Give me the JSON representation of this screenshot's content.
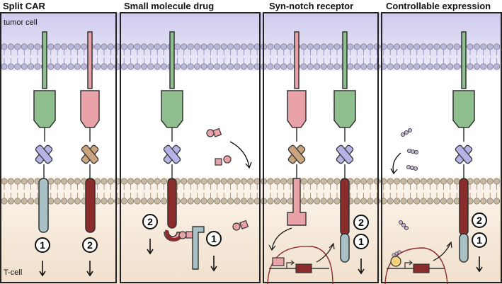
{
  "panels": [
    {
      "title": "Split CAR"
    },
    {
      "title": "Small molecule drug"
    },
    {
      "title": "Syn-notch receptor"
    },
    {
      "title": "Controllable expression"
    }
  ],
  "labels": {
    "tumor_cell": "tumor cell",
    "t_cell": "T-cell"
  },
  "signals": {
    "split_car": [
      "1",
      "2"
    ],
    "small_molecule": [
      "2",
      "1"
    ],
    "syn_notch": [
      "2",
      "1"
    ],
    "controllable": [
      "2",
      "1"
    ]
  },
  "colors": {
    "tumor_bg": "#d9d6f0",
    "tcell_bg": "#f5e6d6",
    "membrane_head": "#b9b6dc",
    "tcell_membrane_head": "#c9b8a0",
    "green_receptor": "#8fbf8f",
    "pink_receptor": "#e9a3a8",
    "scfv_lilac": "#b6b3e6",
    "scfv_tan": "#c9a47f",
    "dark_red": "#8b2c2c",
    "grey_blue": "#a9c0c4",
    "outline": "#333333"
  }
}
